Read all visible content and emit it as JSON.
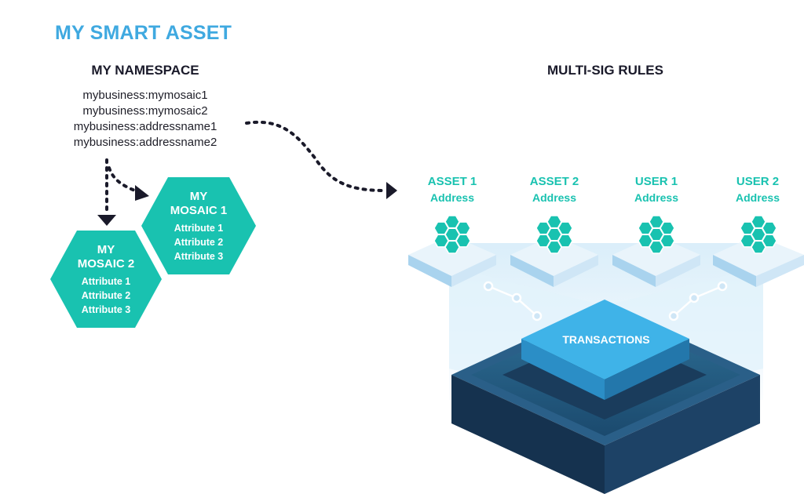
{
  "title": "MY SMART ASSET",
  "namespace": {
    "heading": "MY NAMESPACE",
    "entries": [
      "mybusiness:mymosaic1",
      "mybusiness:mymosaic2",
      "mybusiness:addressname1",
      "mybusiness:addressname2"
    ]
  },
  "mosaics": [
    {
      "title_line1": "MY",
      "title_line2": "MOSAIC 1",
      "attributes": [
        "Attribute 1",
        "Attribute 2",
        "Attribute 3"
      ]
    },
    {
      "title_line1": "MY",
      "title_line2": "MOSAIC 2",
      "attributes": [
        "Attribute 1",
        "Attribute 2",
        "Attribute 3"
      ]
    }
  ],
  "multisig": {
    "heading": "MULTI-SIG RULES",
    "members": [
      {
        "name": "ASSET 1",
        "sub": "Address"
      },
      {
        "name": "ASSET 2",
        "sub": "Address"
      },
      {
        "name": "USER 1",
        "sub": "Address"
      },
      {
        "name": "USER 2",
        "sub": "Address"
      }
    ],
    "core_label": "TRANSACTIONS"
  },
  "colors": {
    "title_blue": "#3fa9e0",
    "teal": "#19c2b0",
    "dark_navy": "#16324f",
    "core_blue": "#2aa3dc",
    "text_dark": "#1a1a2a"
  }
}
